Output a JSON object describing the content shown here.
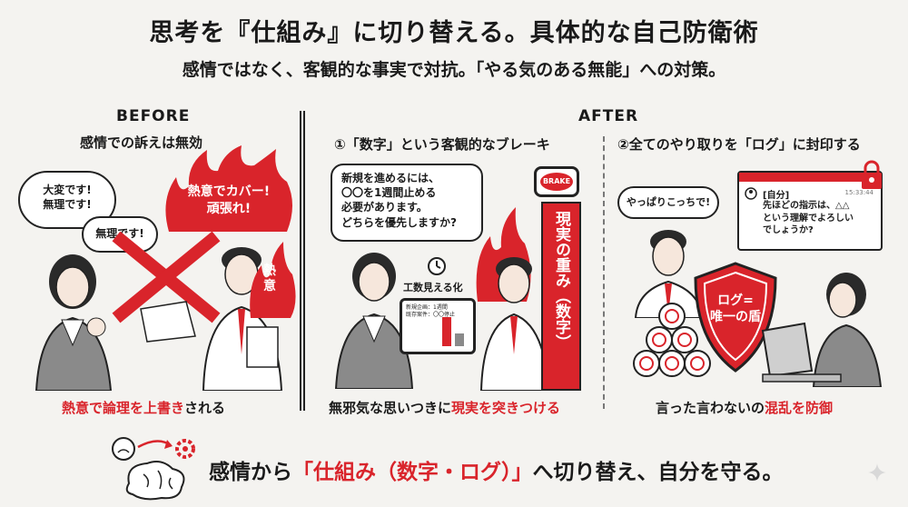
{
  "header": {
    "title": "思考を『仕組み』に切り替える。具体的な自己防衛術",
    "subtitle": "感情ではなく、客観的な事実で対抗。「やる気のある無能」への対策。"
  },
  "before": {
    "heading": "BEFORE",
    "subheading": "感情での訴えは無効",
    "bubble_taihen": "大変です!\n無理です!",
    "bubble_muri": "無理です!",
    "fire_text": "熱意でカバー!\n頑張れ!",
    "netsui_label": "熱\n意",
    "caption_red": "熱意で論理を上書き",
    "caption_black": "される"
  },
  "after": {
    "heading": "AFTER",
    "left_subheading": "①「数字」という客観的なブレーキ",
    "left_bubble": "新規を進めるには、\n〇〇を1週間止める\n必要があります。\nどちらを優先しますか?",
    "brake_label": "BRAKE",
    "kousuu_label": "工数見える化",
    "tablet_text": "新規企画：1週間\n既存案件：〇〇停止",
    "pillar_text": "現実の重み（数字）",
    "left_caption_black": "無邪気な思いつきに",
    "left_caption_red": "現実を突きつける",
    "right_subheading": "②全てのやり取りを「ログ」に封印する",
    "right_bubble": "やっぱりこっちで!",
    "chat_user": "[自分]",
    "chat_time": "15:33:44",
    "chat_message": "先ほどの指示は、△△\nという理解でよろしい\nでしょうか?",
    "shield_text": "ログ=\n唯一の盾",
    "right_caption_black1": "言った言わないの",
    "right_caption_red": "混乱を防御"
  },
  "footer": {
    "text_1": "感情から",
    "text_red": "「仕組み（数字・ログ）」",
    "text_2": "へ切り替え、自分を守る。"
  },
  "colors": {
    "accent": "#d9242b",
    "background": "#f4f3f0",
    "ink": "#1a1a1a"
  }
}
